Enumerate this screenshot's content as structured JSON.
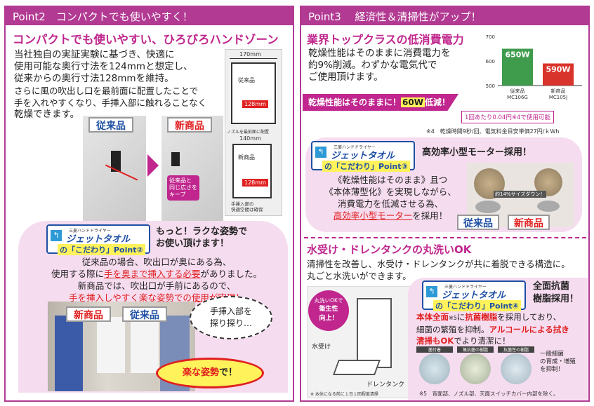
{
  "point2": {
    "header": "Point2　コンパクトでも使いやすく！",
    "title": "コンパクトでも使いやすい、ひろびろハンドゾーン",
    "body": [
      "当社独自の実証実験に基づき、快適に",
      "使用可能な奥行寸法を124mmと想定し、",
      "従来からの奥行寸法128mmを維持。",
      "さらに風の吹出し口を最前面に配置したことで",
      "手を入れやすくなり、手挿入部に触れることなく",
      "乾燥できます。"
    ],
    "old_label": "従来品",
    "new_label": "新商品",
    "same_width_note": [
      "従来品と",
      "同じ広さを",
      "キープ"
    ],
    "diagram": {
      "width_top": "170mm",
      "old_label": "従来品",
      "depth_old": "128mm",
      "nozzle_note": "ノズルを最前面に配置",
      "width_bottom": "140mm",
      "new_label": "新商品",
      "depth_new": "128mm",
      "note": [
        "手挿入部の",
        "快適空間は確保"
      ]
    },
    "badge": {
      "maker": "三菱ハンドドライヤー",
      "brand": "ジェットタオル",
      "point": "の「こだわり」Point②"
    },
    "posture_title": [
      "もっと！ラクな姿勢で",
      "お使い頂けます！"
    ],
    "posture_body": {
      "l1": "従来品の場合、吹出口が奥にある為、",
      "l2a": "使用する際に",
      "l2b": "手を奥まで挿入する必要",
      "l2c": "がありました。",
      "l3": "新商品では、吹出口が手前にあるので、",
      "l4a": "手を挿入しやすく楽な姿勢での使用が実現！"
    },
    "photo_new": "新商品",
    "photo_old": "従来品",
    "bubble": [
      "手挿入部を",
      "探り探り…"
    ],
    "burst_a": "楽な姿勢",
    "burst_b": "で！"
  },
  "point3": {
    "header": "Point3　 経済性＆清掃性がアップ！",
    "title": "業界トップクラスの低消費電力",
    "body": [
      "乾燥性能はそのままに消費電力を",
      "約9%削減。わずかな電気代で",
      "ご使用頂けます。"
    ],
    "ribbon_a": "乾燥性能はそのままに！",
    "ribbon_b": "60W",
    "ribbon_c": "低減！",
    "cost_note": "1回あたり0.04円※4で使用可能",
    "footnote4": "※4　乾燥時間9秒/回、電気料金目安単価27円/ｋWh",
    "motor_badge": {
      "maker": "三菱ハンドドライヤー",
      "brand": "ジェットタオル",
      "point": "の「こだわり」Point③"
    },
    "motor_title": "高効率小型モーター採用！",
    "motor_body": {
      "l1": "《乾燥性能はそのまま》且つ",
      "l2": "《本体薄型化》を実現しながら、",
      "l3": "消費電力を低減させる為、",
      "l4a": "高効率小型モーター",
      "l4b": "を採用！"
    },
    "motor_old": "従来品",
    "motor_new": "新商品",
    "motor_note": "約14%サイズダウン！",
    "wash_title": "水受け・ドレンタンクの丸洗いOK",
    "wash_body": [
      "清掃性を改善し、水受け・ドレンタンクが共に着脱できる構造に。",
      "丸ごと水洗いができます。"
    ],
    "wash_bubble": [
      "丸洗いOKで",
      "衛生性",
      "向上！"
    ],
    "wash_part1": "水受け",
    "wash_part2": "ドレンタンク",
    "wash_caption": "※ 本体になる前に１日１回程度清掃",
    "anti_badge": {
      "maker": "三菱ハンドドライヤー",
      "brand": "ジェットタオル",
      "point": "の「こだわり」Point④"
    },
    "anti_title": [
      "全面抗菌",
      "樹脂採用！"
    ],
    "anti_body": {
      "l1a": "本体全面",
      "l1b": "※5",
      "l1c": "に",
      "l1d": "抗菌樹脂",
      "l1e": "を採用しており、",
      "l2": "細菌の繁殖を抑制。",
      "l2b": "アルコールによる拭き",
      "l3a": "清掃もOK",
      "l3b": "でより清潔に！"
    },
    "dish_labels": [
      "菌付着",
      "無抗菌の樹脂",
      "抗菌性の樹脂"
    ],
    "dish_note": [
      "一般細菌",
      "の育成・増殖",
      "を抑制！"
    ],
    "footnote5": "※5　背面部、ノズル部、天面スイッチカバー内部を除く。"
  },
  "chart_data": {
    "type": "bar",
    "categories": [
      "従来品 MC106G",
      "新商品 MC105J"
    ],
    "category_lines": [
      [
        "従来品",
        "MC106G"
      ],
      [
        "新商品",
        "MC105J"
      ]
    ],
    "values": [
      650,
      590
    ],
    "value_labels": [
      "650W",
      "590W"
    ],
    "yticks": [
      500,
      600,
      700
    ],
    "ylim": [
      500,
      700
    ],
    "colors": [
      "#3f9c4c",
      "#d9342b"
    ]
  }
}
